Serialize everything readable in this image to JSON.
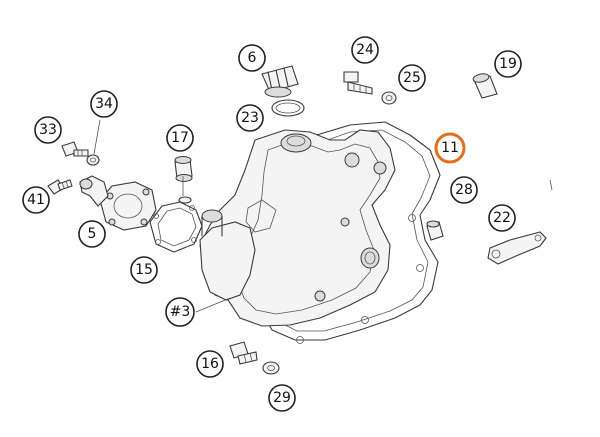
{
  "diagram": {
    "highlight_color": "#e0701c",
    "callouts": [
      {
        "id": "c6",
        "label": "6"
      },
      {
        "id": "c24",
        "label": "24"
      },
      {
        "id": "c25",
        "label": "25"
      },
      {
        "id": "c19",
        "label": "19"
      },
      {
        "id": "c34",
        "label": "34"
      },
      {
        "id": "c23",
        "label": "23"
      },
      {
        "id": "c33",
        "label": "33"
      },
      {
        "id": "c17",
        "label": "17"
      },
      {
        "id": "c11",
        "label": "11",
        "highlight": true
      },
      {
        "id": "c41",
        "label": "41"
      },
      {
        "id": "c28",
        "label": "28"
      },
      {
        "id": "c5",
        "label": "5"
      },
      {
        "id": "c22",
        "label": "22"
      },
      {
        "id": "c15",
        "label": "15"
      },
      {
        "id": "c3",
        "label": "#3"
      },
      {
        "id": "c16",
        "label": "16"
      },
      {
        "id": "c29",
        "label": "29"
      }
    ]
  }
}
